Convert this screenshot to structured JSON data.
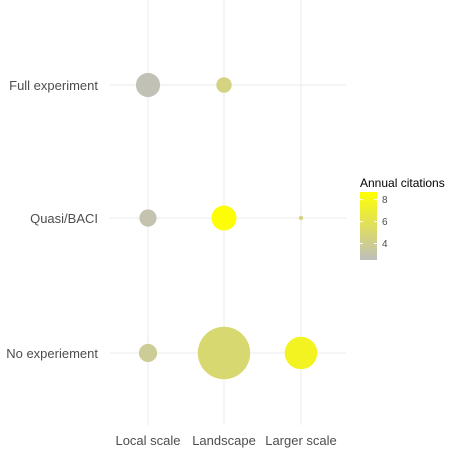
{
  "chart_data": {
    "type": "scatter",
    "x_categories": [
      "Local scale",
      "Landscape",
      "Larger scale"
    ],
    "y_categories": [
      "No experiement",
      "Quasi/BACI",
      "Full experiment"
    ],
    "points": [
      {
        "x": "Local scale",
        "y": "Full experiment",
        "annual_citations": 2.8,
        "size": 3
      },
      {
        "x": "Landscape",
        "y": "Full experiment",
        "annual_citations": 4.5,
        "size": 1.2
      },
      {
        "x": "Local scale",
        "y": "Quasi/BACI",
        "annual_citations": 3.0,
        "size": 1.5
      },
      {
        "x": "Landscape",
        "y": "Quasi/BACI",
        "annual_citations": 8.5,
        "size": 3.2
      },
      {
        "x": "Larger scale",
        "y": "Quasi/BACI",
        "annual_citations": 4.5,
        "size": 0.1
      },
      {
        "x": "Local scale",
        "y": "No experiement",
        "annual_citations": 3.8,
        "size": 1.7
      },
      {
        "x": "Landscape",
        "y": "No experiement",
        "annual_citations": 5.0,
        "size": 14
      },
      {
        "x": "Larger scale",
        "y": "No experiement",
        "annual_citations": 7.6,
        "size": 5.4
      }
    ],
    "legend": {
      "title": "Annual citations",
      "ticks": [
        4,
        6,
        8
      ],
      "range": [
        2.5,
        8.7
      ],
      "color_low": "#bebebe",
      "color_high": "#ffff00",
      "placement": "right"
    },
    "grid": true,
    "xlabel": "",
    "ylabel": "",
    "title": ""
  }
}
